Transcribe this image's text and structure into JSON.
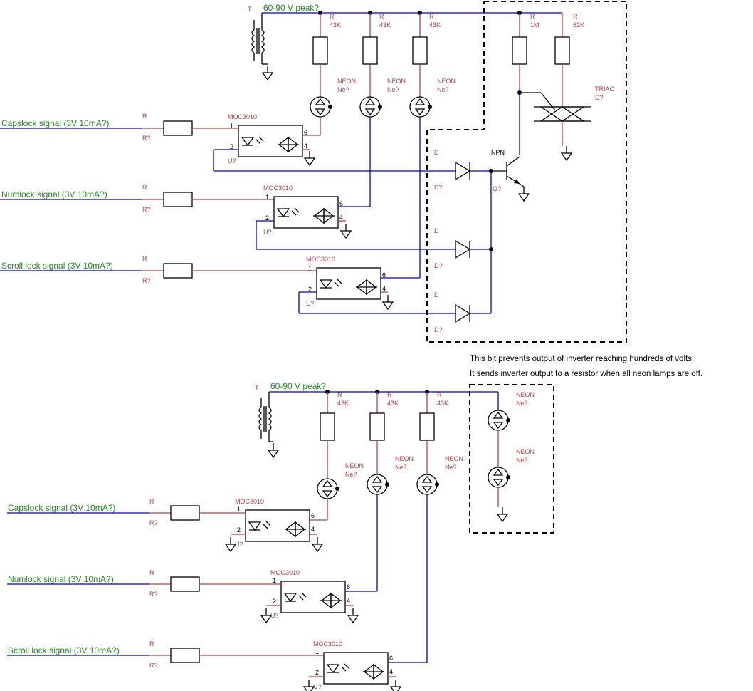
{
  "supply_label": "60-90 V peak?",
  "transformer": {
    "ref": "T"
  },
  "resistor": {
    "prefix": "R",
    "unknown": "R?",
    "values": {
      "r43k": "43K",
      "r1m": "1M",
      "r62k": "62K"
    }
  },
  "neon": {
    "type": "NEON",
    "ref": "Ne?"
  },
  "opto": {
    "part": "MOC3010",
    "ref": "U?",
    "pins": [
      "1",
      "2",
      "4",
      "6"
    ]
  },
  "signals": [
    "Capslock signal (3V 10mA?)",
    "Numlock signal (3V 10mA?)",
    "Scroll lock signal (3V 10mA?)"
  ],
  "diode": {
    "type": "D",
    "ref": "D?"
  },
  "transistor": {
    "type": "NPN",
    "ref": "Q?"
  },
  "triac": {
    "type": "TRIAC",
    "ref": "D?"
  },
  "note": [
    "This bit prevents output of inverter reaching hundreds of volts.",
    "It sends inverter output to a resistor when all neon lamps are off."
  ]
}
